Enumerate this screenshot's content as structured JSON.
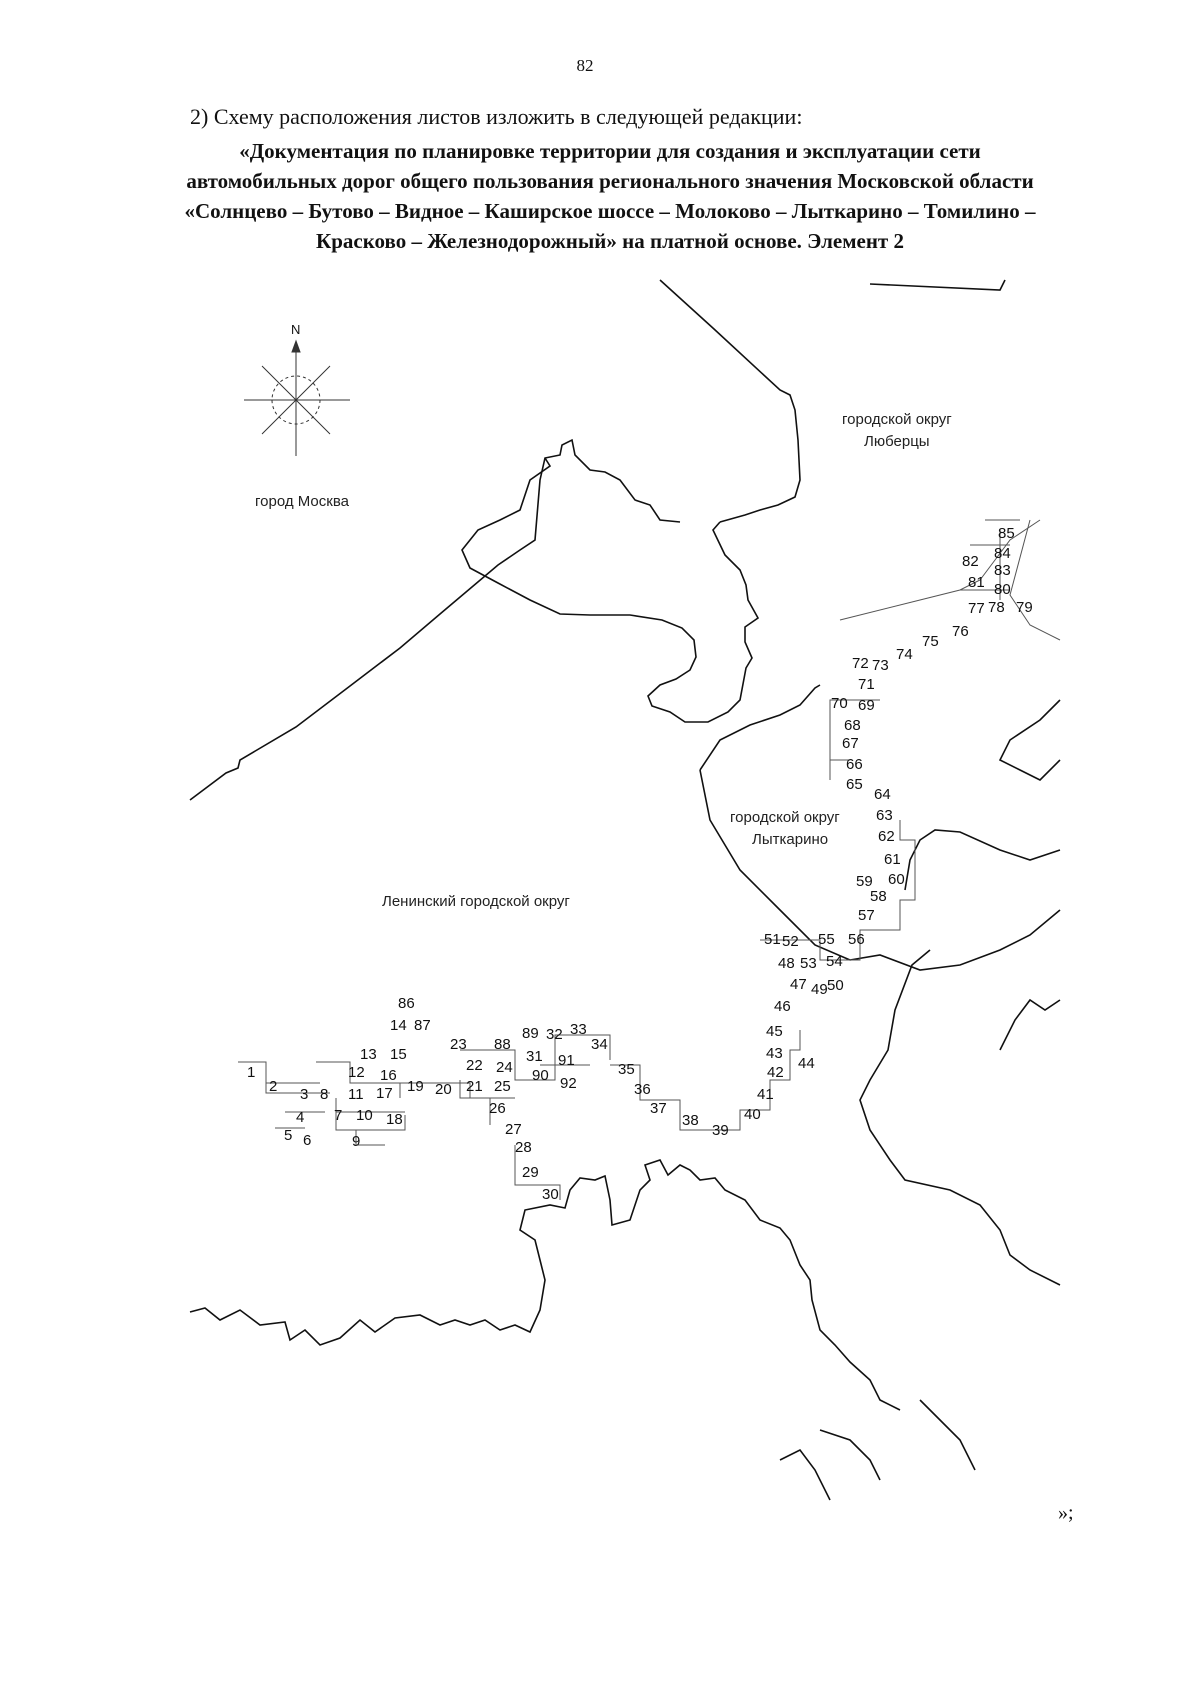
{
  "page_number": "82",
  "intro_text": "2) Схему расположения листов изложить в следующей редакции:",
  "title_lines": [
    "«Документация по планировке территории для создания и эксплуатации сети",
    "автомобильных дорог общего пользования регионального значения Московской области",
    "«Солнцево – Бутово – Видное – Каширское шоссе – Молоково – Лыткарино – Томилино –",
    "Красково – Железнодорожный» на платной основе. Элемент 2"
  ],
  "compass": {
    "north_label": "N"
  },
  "places": {
    "moscow": "город Москва",
    "lyubertsy_line1": "городской округ",
    "lyubertsy_line2": "Люберцы",
    "lytkarino_line1": "городской округ",
    "lytkarino_line2": "Лыткарино",
    "leninsky": "Ленинский городской округ"
  },
  "sheet_labels": [
    "1",
    "2",
    "3",
    "4",
    "5",
    "6",
    "7",
    "8",
    "9",
    "10",
    "11",
    "12",
    "13",
    "14",
    "15",
    "16",
    "17",
    "18",
    "19",
    "20",
    "21",
    "22",
    "23",
    "24",
    "25",
    "26",
    "27",
    "28",
    "29",
    "30",
    "31",
    "32",
    "33",
    "34",
    "35",
    "36",
    "37",
    "38",
    "39",
    "40",
    "41",
    "42",
    "43",
    "44",
    "45",
    "46",
    "47",
    "48",
    "49",
    "50",
    "51",
    "52",
    "53",
    "54",
    "55",
    "56",
    "57",
    "58",
    "59",
    "60",
    "61",
    "62",
    "63",
    "64",
    "65",
    "66",
    "67",
    "68",
    "69",
    "70",
    "71",
    "72",
    "73",
    "74",
    "75",
    "76",
    "77",
    "78",
    "79",
    "80",
    "81",
    "82",
    "83",
    "84",
    "85",
    "86",
    "87",
    "88",
    "89",
    "90",
    "91",
    "92"
  ],
  "closing_mark": "»;"
}
